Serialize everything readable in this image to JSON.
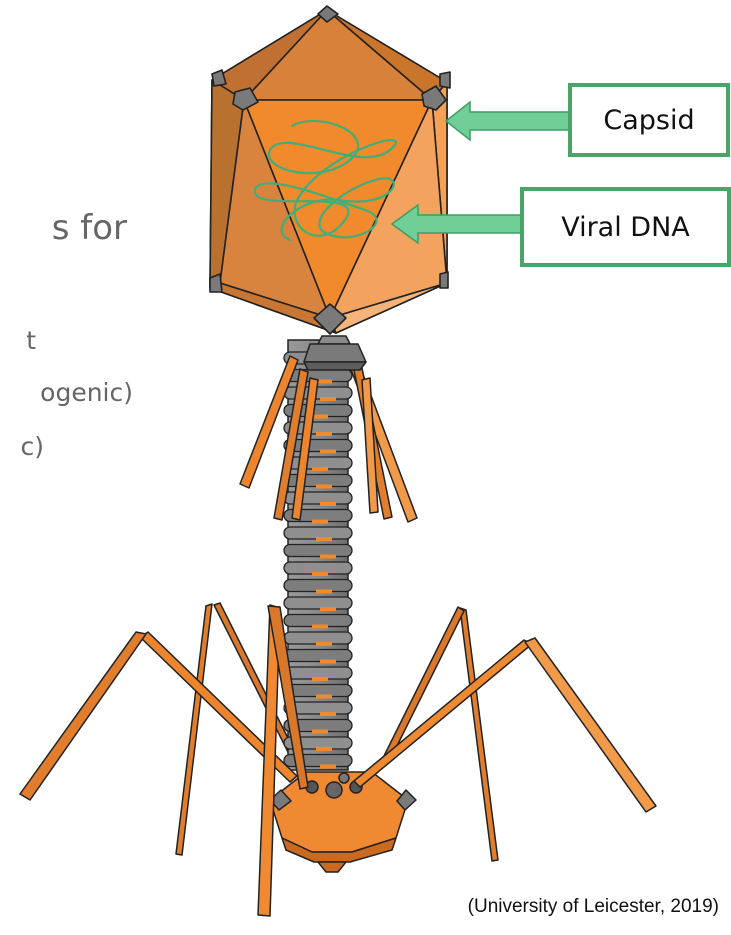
{
  "slide_fragments": {
    "heading_fragment": "s for",
    "bullet_1_fragment": "t",
    "bullet_2_fragment": "ogenic)",
    "bullet_3_fragment": "c)"
  },
  "labels": {
    "capsid": "Capsid",
    "viral_dna": "Viral DNA"
  },
  "citation": "(University of Leicester, 2019)",
  "colors": {
    "capsid_orange": "#f08a2c",
    "label_border": "#4aa46a",
    "arrow_green": "#6fcf97",
    "dna_strand": "#3fae7a",
    "tail_grey": "#8a8a8a"
  }
}
